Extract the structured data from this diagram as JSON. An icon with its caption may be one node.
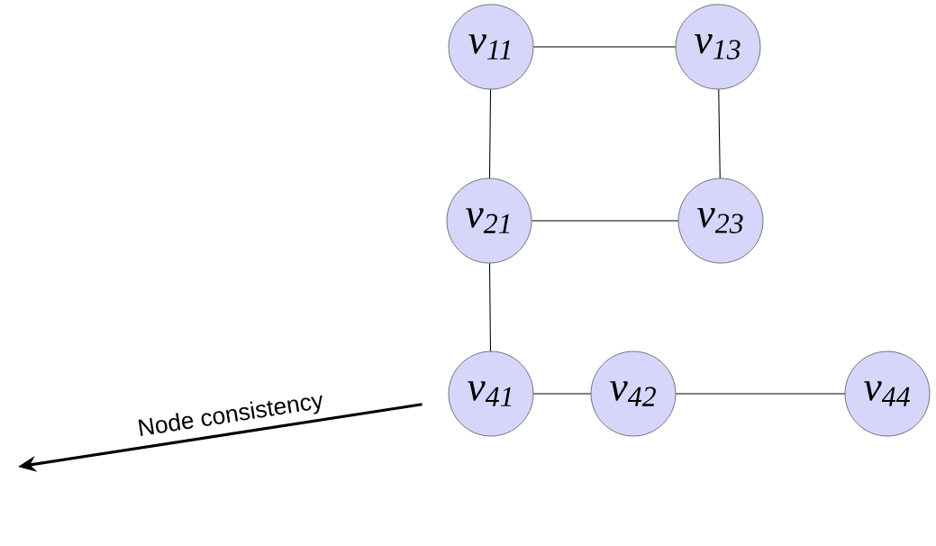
{
  "diagram": {
    "nodes": [
      {
        "text": [
          "v$_{11}$"
        ]
      },
      {
        "text": [
          "v$_{13}$"
        ]
      },
      {
        "text": [
          "v$_{21}$"
        ]
      },
      {
        "text": [
          "v$_{23}$"
        ]
      },
      {
        "text": [
          "v$_{41}$"
        ]
      },
      {
        "text": [
          "v$_{42}$"
        ]
      },
      {
        "text": [
          "v$_{44}$"
        ]
      }
    ],
    "edges": [
      {
        "from": 0,
        "to": 1,
        "arrow": "none"
      },
      {
        "from": 0,
        "to": 2,
        "arrow": "none"
      },
      {
        "from": 1,
        "to": 3,
        "arrow": "none"
      },
      {
        "from": 2,
        "to": 3,
        "arrow": "none"
      },
      {
        "from": 2,
        "to": 4,
        "arrow": "none"
      },
      {
        "from": 4,
        "to": 5,
        "arrow": "none"
      },
      {
        "from": 5,
        "to": 6,
        "arrow": "none"
      },
      {
        "from": 4,
        "to": null,
        "arrow": "to",
        "label": "Node consistency",
        "style": "thick"
      }
    ]
  }
}
